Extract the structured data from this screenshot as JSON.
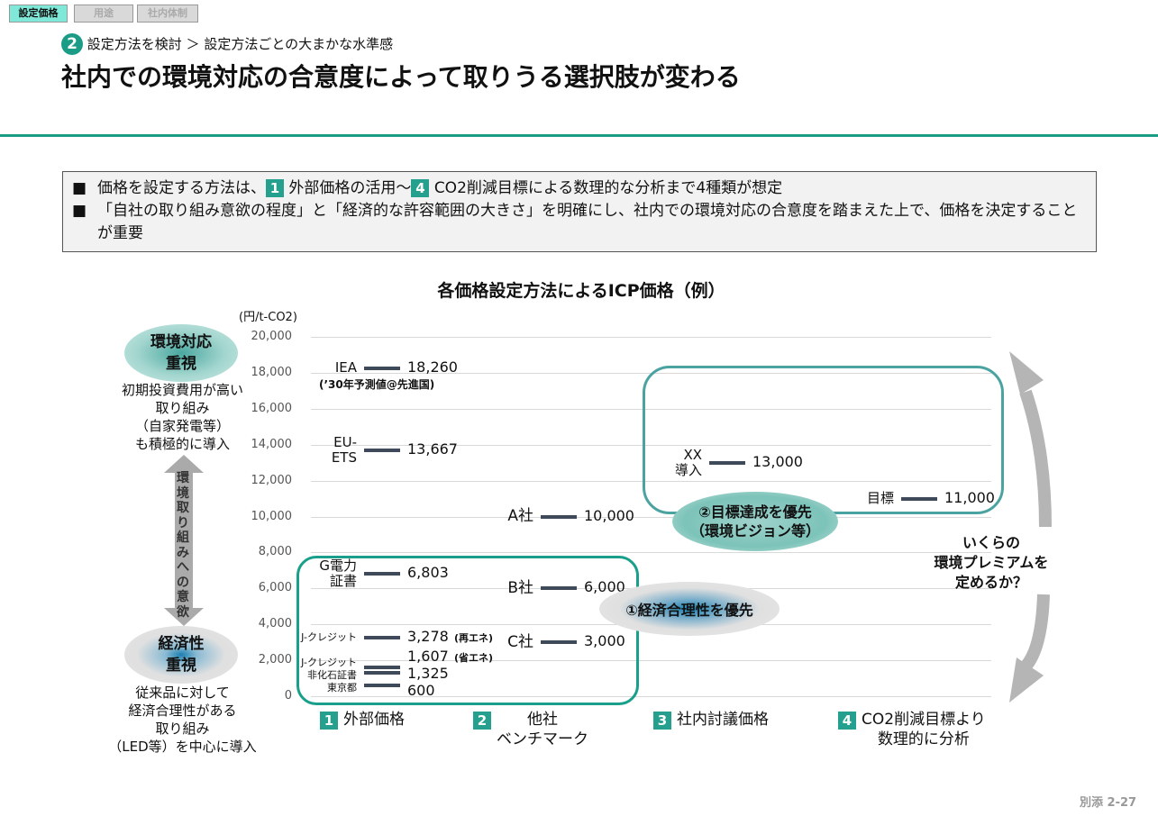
{
  "tabs": [
    "設定価格",
    "用途",
    "社内体制"
  ],
  "breadcrumb": {
    "step": "2",
    "text": "設定方法を検討 ＞ 設定方法ごとの大まかな水準感"
  },
  "title": "社内での環境対応の合意度によって取りうる選択肢が変わる",
  "summary": {
    "line1_a": "価格を設定する方法は、",
    "line1_n1": "1",
    "line1_b": "外部価格の活用～",
    "line1_n2": "4",
    "line1_c": "CO2削減目標による数理的な分析まで4種類が想定",
    "line2": "「自社の取り組み意欲の程度」と「経済的な許容範囲の大きさ」を明確にし、社内での環境対応の合意度を踏まえた上で、価格を決定することが重要"
  },
  "left": {
    "top_ellipse": "環境対応\n重視",
    "top_desc": "初期投資費用が高い\n取り組み\n（自家発電等）\nも積極的に導入",
    "arrow_text": "環境取り組みへの意欲",
    "bottom_ellipse": "経済性\n重視",
    "bottom_desc": "従来品に対して\n経済合理性がある\n取り組み\n（LED等）を中心に導入"
  },
  "groups": {
    "g1": "①経済合理性を優先",
    "g2": "②目標達成を優先\n（環境ビジョン等）"
  },
  "right_question": "いくらの\n環境プレミアムを\n定めるか？",
  "footer": "別添 2-27",
  "chart_data": {
    "type": "scatter",
    "title": "各価格設定方法によるICP価格（例）",
    "ylabel": "(円/t-CO2)",
    "ylim": [
      0,
      20000
    ],
    "yticks": [
      "0",
      "2,000",
      "4,000",
      "6,000",
      "8,000",
      "10,000",
      "12,000",
      "14,000",
      "16,000",
      "18,000",
      "20,000"
    ],
    "grid": true,
    "categories": [
      {
        "num": "1",
        "label": "外部価格"
      },
      {
        "num": "2",
        "label": "他社\nベンチマーク"
      },
      {
        "num": "3",
        "label": "社内討議価格"
      },
      {
        "num": "4",
        "label": "CO2削減目標より\n数理的に分析"
      }
    ],
    "points": [
      {
        "cat": 0,
        "label": "IEA",
        "value": 18260,
        "value_label": "18,260",
        "note": "(’30年予測値@先進国)"
      },
      {
        "cat": 0,
        "label": "EU-\nETS",
        "value": 13667,
        "value_label": "13,667"
      },
      {
        "cat": 0,
        "label": "G電力\n証書",
        "value": 6803,
        "value_label": "6,803"
      },
      {
        "cat": 0,
        "label": "J-クレジット",
        "value": 3278,
        "value_label": "3,278",
        "note": "(再エネ)"
      },
      {
        "cat": 0,
        "label": "J-クレジット",
        "value": 1607,
        "value_label": "1,607",
        "note": "(省エネ)"
      },
      {
        "cat": 0,
        "label": "非化石証書",
        "value": 1325,
        "value_label": "1,325"
      },
      {
        "cat": 0,
        "label": "東京都",
        "value": 600,
        "value_label": "600"
      },
      {
        "cat": 1,
        "label": "A社",
        "value": 10000,
        "value_label": "10,000"
      },
      {
        "cat": 1,
        "label": "B社",
        "value": 6000,
        "value_label": "6,000"
      },
      {
        "cat": 1,
        "label": "C社",
        "value": 3000,
        "value_label": "3,000"
      },
      {
        "cat": 2,
        "label": "XX\n導入",
        "value": 13000,
        "value_label": "13,000"
      },
      {
        "cat": 3,
        "label": "目標",
        "value": 11000,
        "value_label": "11,000"
      }
    ]
  }
}
